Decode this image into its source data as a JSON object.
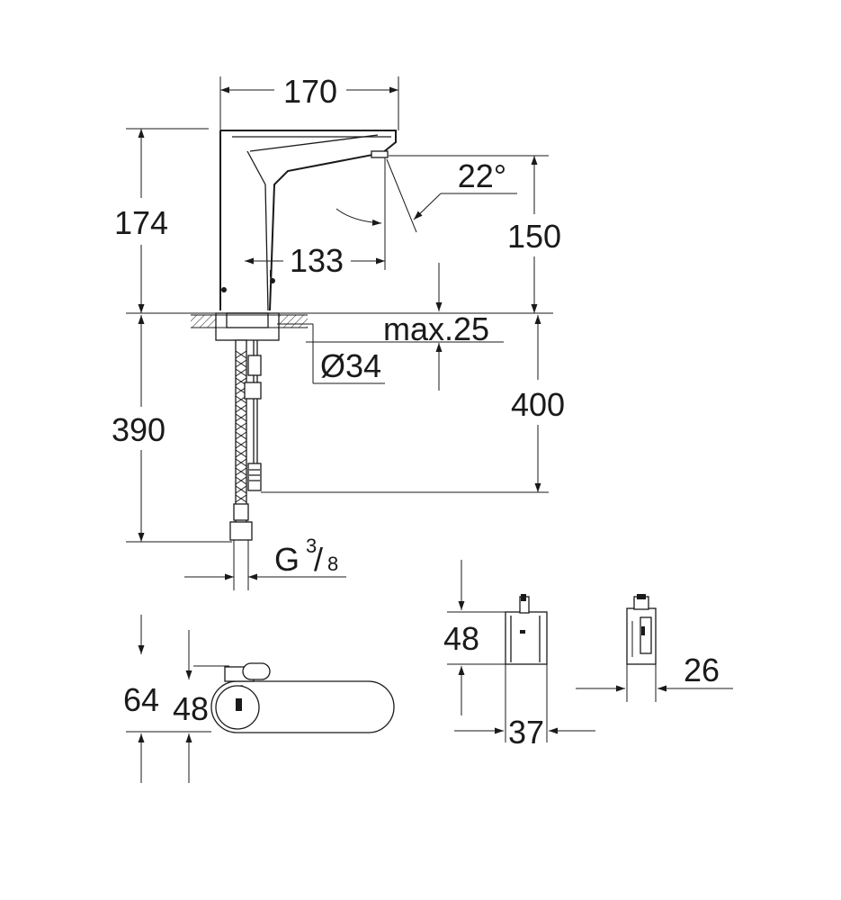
{
  "dimensions": {
    "spout_reach_total": "170",
    "height_above_deck": "174",
    "spout_reach_center": "133",
    "outlet_height": "150",
    "spray_angle": "22°",
    "max_deck_thickness": "max.25",
    "hole_diameter": "Ø34",
    "hose_length": "400",
    "below_deck_length": "390",
    "connection_thread_letter": "G",
    "connection_thread_num": "3",
    "connection_thread_den": "8",
    "top_view_width": "64",
    "top_view_inner": "48",
    "box_height": "48",
    "box_width": "37",
    "box_depth": "26"
  }
}
